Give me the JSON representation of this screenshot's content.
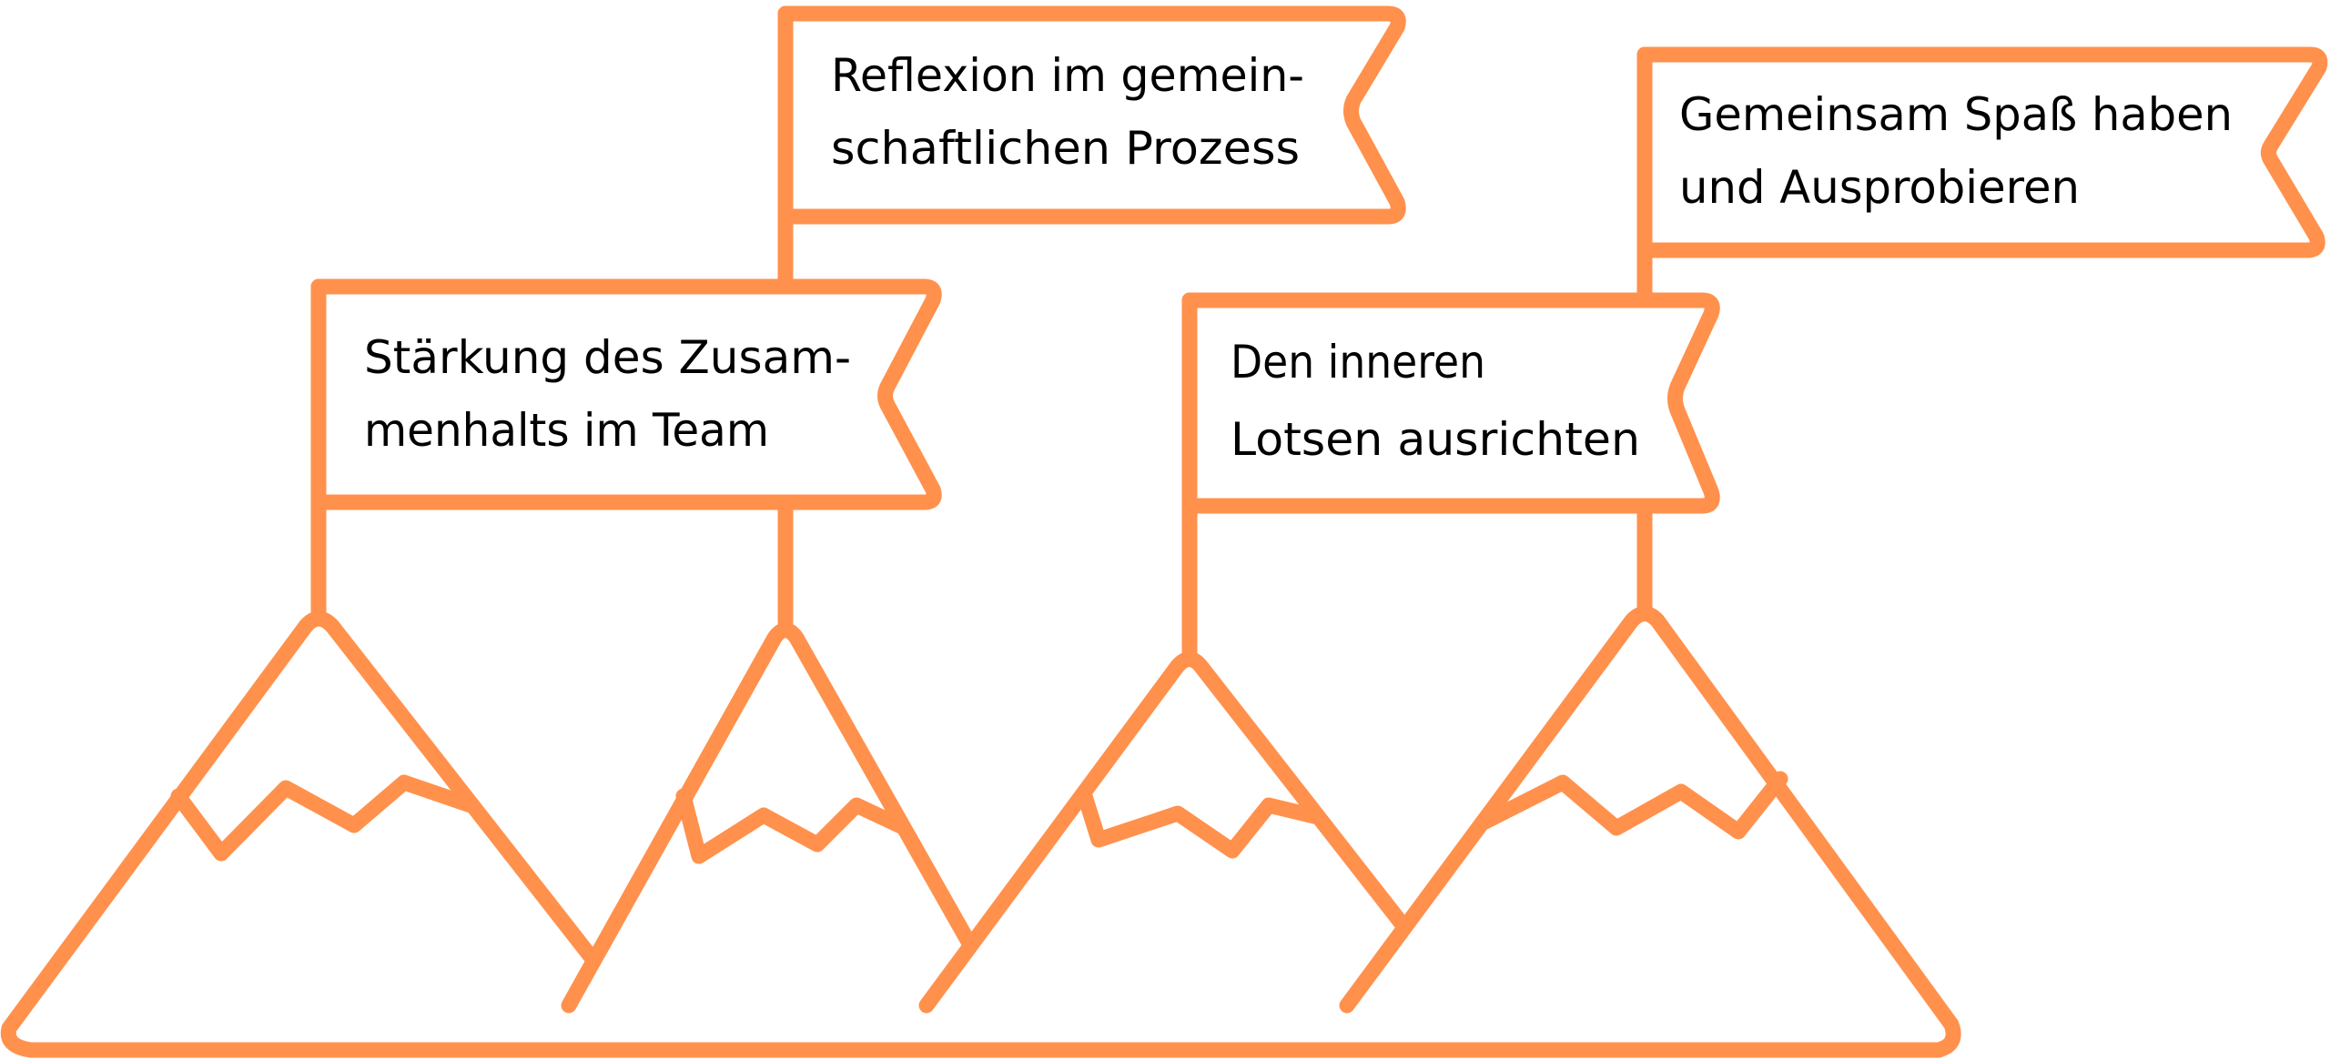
{
  "diagram": {
    "stroke_color": "#ff914d",
    "text_color": "#000000",
    "background": "#ffffff",
    "flags": [
      {
        "line1": "Stärkung des Zusam-",
        "line2": "menhalts im Team"
      },
      {
        "line1": "Reflexion im gemein-",
        "line2": "schaftlichen Prozess"
      },
      {
        "line1": "Den inneren",
        "line2": "Lotsen ausrichten"
      },
      {
        "line1": "Gemeinsam Spaß haben",
        "line2": "und Ausprobieren"
      }
    ]
  }
}
